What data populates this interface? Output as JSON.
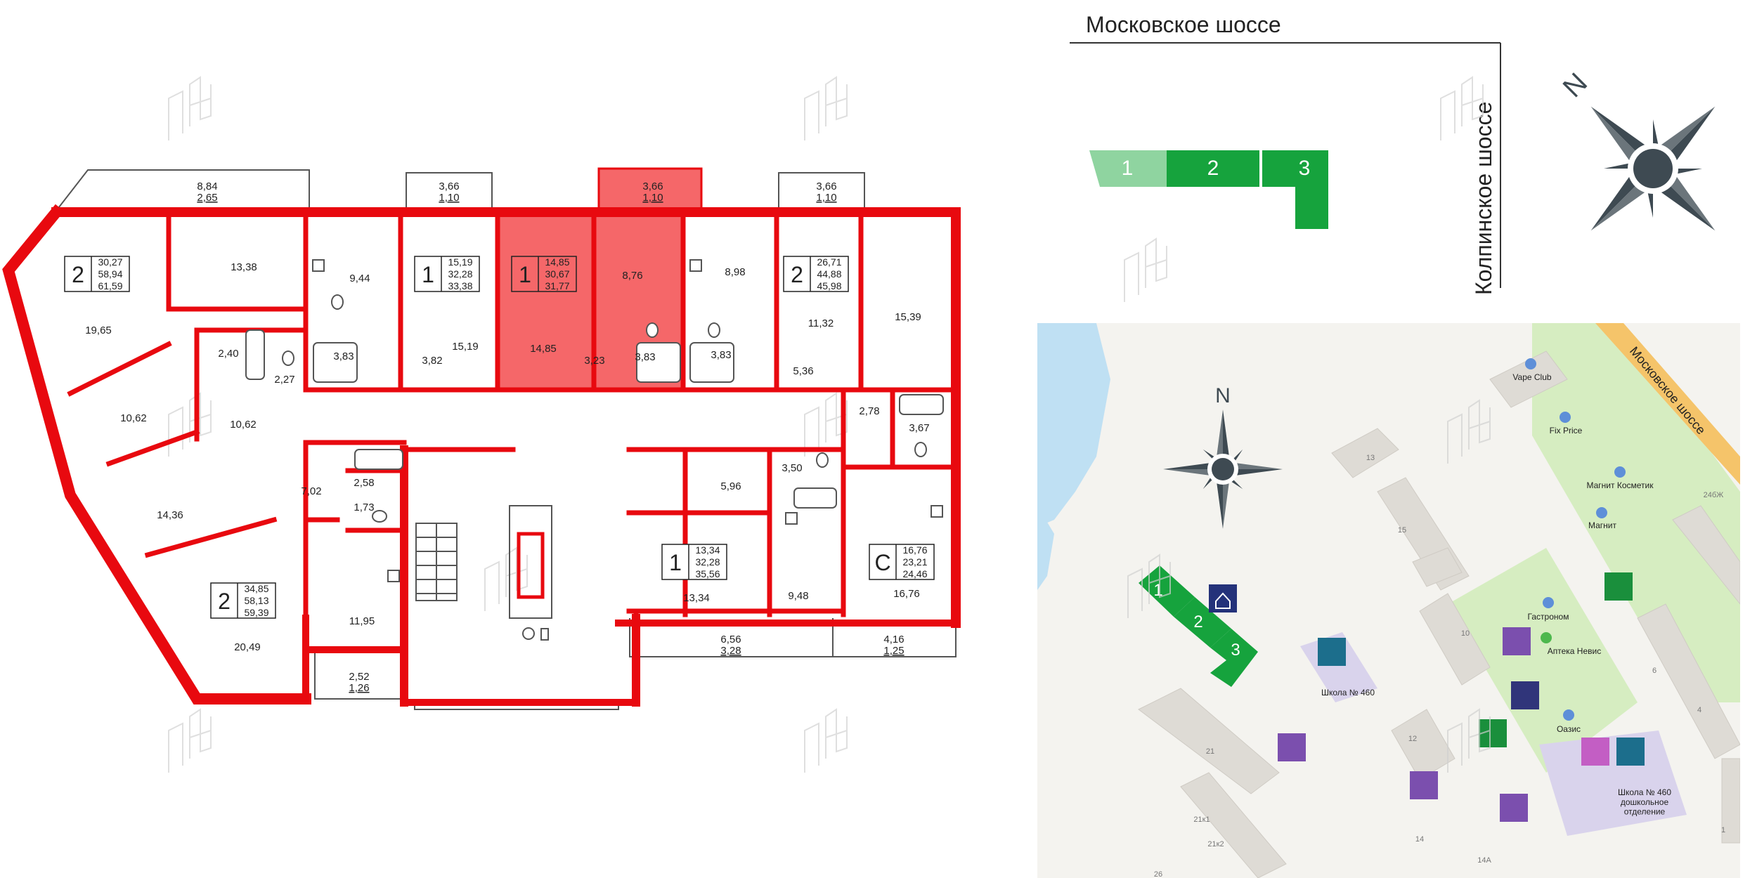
{
  "colors": {
    "wall": "#e8090f",
    "selected": "#f56769",
    "green_light": "#8fd4a0",
    "green": "#16a33d",
    "compass": "#3e4a52",
    "map_bg": "#f4f3ef",
    "water": "#bfe0f3",
    "park": "#d6edc1",
    "building": "#dedbd5"
  },
  "balconies": [
    {
      "id": "b1",
      "a": "8,84",
      "b": "2,65"
    },
    {
      "id": "b2",
      "a": "3,66",
      "b": "1,10"
    },
    {
      "id": "b3",
      "a": "3,66",
      "b": "1,10"
    },
    {
      "id": "b4",
      "a": "3,66",
      "b": "1,10"
    },
    {
      "id": "b5",
      "a": "6,56",
      "b": "3,28"
    },
    {
      "id": "b6",
      "a": "4,16",
      "b": "1,25"
    },
    {
      "id": "b7",
      "a": "2,52",
      "b": "1,26"
    }
  ],
  "apartments": [
    {
      "id": "apt-a",
      "rooms": "2",
      "living": "30,27",
      "total": "58,94",
      "full": "61,59"
    },
    {
      "id": "apt-b",
      "rooms": "1",
      "living": "15,19",
      "total": "32,28",
      "full": "33,38"
    },
    {
      "id": "apt-c",
      "rooms": "1",
      "living": "14,85",
      "total": "30,67",
      "full": "31,77"
    },
    {
      "id": "apt-d",
      "rooms": "2",
      "living": "26,71",
      "total": "44,88",
      "full": "45,98"
    },
    {
      "id": "apt-e",
      "rooms": "2",
      "living": "34,85",
      "total": "58,13",
      "full": "59,39"
    },
    {
      "id": "apt-f",
      "rooms": "1",
      "living": "13,34",
      "total": "32,28",
      "full": "35,56"
    },
    {
      "id": "apt-g",
      "rooms": "С",
      "living": "16,76",
      "total": "23,21",
      "full": "24,46"
    }
  ],
  "room_areas": [
    {
      "id": "r1",
      "v": "13,38"
    },
    {
      "id": "r2",
      "v": "9,44"
    },
    {
      "id": "r3",
      "v": "19,65"
    },
    {
      "id": "r4",
      "v": "2,40"
    },
    {
      "id": "r5",
      "v": "2,27"
    },
    {
      "id": "r6",
      "v": "3,83"
    },
    {
      "id": "r7",
      "v": "3,82"
    },
    {
      "id": "r8",
      "v": "15,19"
    },
    {
      "id": "r9",
      "v": "14,85"
    },
    {
      "id": "r10",
      "v": "3,23"
    },
    {
      "id": "r11",
      "v": "3,83"
    },
    {
      "id": "r12",
      "v": "8,76"
    },
    {
      "id": "r13",
      "v": "8,98"
    },
    {
      "id": "r14",
      "v": "3,83"
    },
    {
      "id": "r15",
      "v": "11,32"
    },
    {
      "id": "r16",
      "v": "15,39"
    },
    {
      "id": "r17",
      "v": "5,36"
    },
    {
      "id": "r18",
      "v": "10,62"
    },
    {
      "id": "r19",
      "v": "10,62"
    },
    {
      "id": "r20",
      "v": "2,78"
    },
    {
      "id": "r21",
      "v": "3,67"
    },
    {
      "id": "r22",
      "v": "2,58"
    },
    {
      "id": "r23",
      "v": "7,02"
    },
    {
      "id": "r24",
      "v": "1,73"
    },
    {
      "id": "r25",
      "v": "14,36"
    },
    {
      "id": "r26",
      "v": "5,96"
    },
    {
      "id": "r27",
      "v": "3,50"
    },
    {
      "id": "r28",
      "v": "13,34"
    },
    {
      "id": "r29",
      "v": "9,48"
    },
    {
      "id": "r30",
      "v": "16,76"
    },
    {
      "id": "r31",
      "v": "11,95"
    },
    {
      "id": "r32",
      "v": "20,49"
    }
  ],
  "scheme": {
    "street_top": "Московское шоссе",
    "street_right": "Колпинское шоссе",
    "sections": [
      "1",
      "2",
      "3"
    ],
    "compass_letter": "N"
  },
  "map": {
    "compass_letter": "N",
    "street": "Московское шоссе",
    "sections": [
      "1",
      "2",
      "3"
    ],
    "pois": [
      "Vape Club",
      "Fix Price",
      "Магнит Косметик",
      "Магнит",
      "Гастроном",
      "Аптека Невис",
      "Школа № 460",
      "Оазис",
      "Школа № 460\nдошкольное\nотделение"
    ],
    "house_numbers": [
      "13",
      "15",
      "10",
      "12",
      "21",
      "21к1",
      "21к2",
      "14",
      "14А",
      "6",
      "4",
      "1",
      "24бЖ",
      "26"
    ]
  },
  "watermark": "ЛН"
}
